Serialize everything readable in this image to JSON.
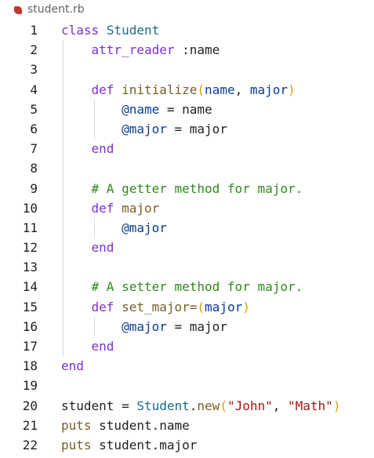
{
  "file": {
    "name": "student.rb",
    "icon": "ruby-file-icon",
    "icon_color": "#c0392b"
  },
  "colors": {
    "keyword": "#7b30d0",
    "class_name": "#1a6b8a",
    "function": "#795e26",
    "string": "#a31515",
    "comment": "#2f8a1c",
    "bracket": "#d4a017",
    "variable": "#0a3d91",
    "text": "#1f1f1f"
  },
  "lines": [
    {
      "n": "1",
      "tokens": [
        [
          "kw",
          "class"
        ],
        [
          "pl",
          " "
        ],
        [
          "cls",
          "Student"
        ]
      ]
    },
    {
      "n": "2",
      "tokens": [
        [
          "pl",
          "    "
        ],
        [
          "kw",
          "attr_reader"
        ],
        [
          "pl",
          " :name"
        ]
      ]
    },
    {
      "n": "3",
      "tokens": []
    },
    {
      "n": "4",
      "tokens": [
        [
          "pl",
          "    "
        ],
        [
          "kw",
          "def"
        ],
        [
          "pl",
          " "
        ],
        [
          "fn",
          "initialize"
        ],
        [
          "br1",
          "("
        ],
        [
          "pm",
          "name"
        ],
        [
          "pl",
          ", "
        ],
        [
          "pm",
          "major"
        ],
        [
          "br1",
          ")"
        ]
      ]
    },
    {
      "n": "5",
      "tokens": [
        [
          "pl",
          "        "
        ],
        [
          "iv",
          "@name"
        ],
        [
          "pl",
          " = name"
        ]
      ]
    },
    {
      "n": "6",
      "tokens": [
        [
          "pl",
          "        "
        ],
        [
          "iv",
          "@major"
        ],
        [
          "pl",
          " = major"
        ]
      ]
    },
    {
      "n": "7",
      "tokens": [
        [
          "pl",
          "    "
        ],
        [
          "kw",
          "end"
        ]
      ]
    },
    {
      "n": "8",
      "tokens": []
    },
    {
      "n": "9",
      "tokens": [
        [
          "pl",
          "    "
        ],
        [
          "cm",
          "# A getter method for major."
        ]
      ]
    },
    {
      "n": "10",
      "tokens": [
        [
          "pl",
          "    "
        ],
        [
          "kw",
          "def"
        ],
        [
          "pl",
          " "
        ],
        [
          "fn",
          "major"
        ]
      ]
    },
    {
      "n": "11",
      "tokens": [
        [
          "pl",
          "        "
        ],
        [
          "iv",
          "@major"
        ]
      ]
    },
    {
      "n": "12",
      "tokens": [
        [
          "pl",
          "    "
        ],
        [
          "kw",
          "end"
        ]
      ]
    },
    {
      "n": "13",
      "tokens": []
    },
    {
      "n": "14",
      "tokens": [
        [
          "pl",
          "    "
        ],
        [
          "cm",
          "# A setter method for major."
        ]
      ]
    },
    {
      "n": "15",
      "tokens": [
        [
          "pl",
          "    "
        ],
        [
          "kw",
          "def"
        ],
        [
          "pl",
          " "
        ],
        [
          "fn",
          "set_major="
        ],
        [
          "br1",
          "("
        ],
        [
          "pm",
          "major"
        ],
        [
          "br1",
          ")"
        ]
      ]
    },
    {
      "n": "16",
      "tokens": [
        [
          "pl",
          "        "
        ],
        [
          "iv",
          "@major"
        ],
        [
          "pl",
          " = major"
        ]
      ]
    },
    {
      "n": "17",
      "tokens": [
        [
          "pl",
          "    "
        ],
        [
          "kw",
          "end"
        ]
      ]
    },
    {
      "n": "18",
      "tokens": [
        [
          "kw",
          "end"
        ]
      ]
    },
    {
      "n": "19",
      "tokens": []
    },
    {
      "n": "20",
      "tokens": [
        [
          "pl",
          "student = "
        ],
        [
          "cls",
          "Student"
        ],
        [
          "pl",
          "."
        ],
        [
          "fn",
          "new"
        ],
        [
          "br1",
          "("
        ],
        [
          "str",
          "\"John\""
        ],
        [
          "pl",
          ", "
        ],
        [
          "str",
          "\"Math\""
        ],
        [
          "br1",
          ")"
        ]
      ]
    },
    {
      "n": "21",
      "tokens": [
        [
          "fn",
          "puts"
        ],
        [
          "pl",
          " student.name"
        ]
      ]
    },
    {
      "n": "22",
      "tokens": [
        [
          "fn",
          "puts"
        ],
        [
          "pl",
          " student.major"
        ]
      ]
    }
  ]
}
